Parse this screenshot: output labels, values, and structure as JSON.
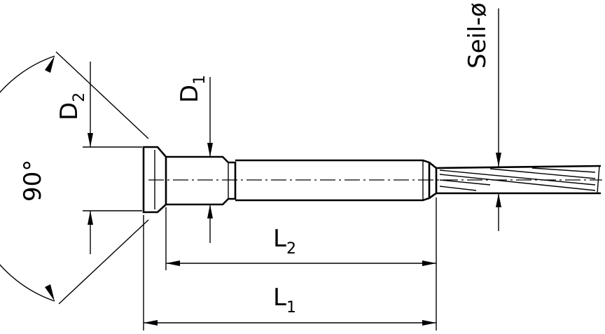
{
  "labels": {
    "angle": "90°",
    "d2_main": "D",
    "d2_sub": "2",
    "d1_main": "D",
    "d1_sub": "1",
    "l2_main": "L",
    "l2_sub": "2",
    "l1_main": "L",
    "l1_sub": "1",
    "rope": "Seil-ø"
  }
}
